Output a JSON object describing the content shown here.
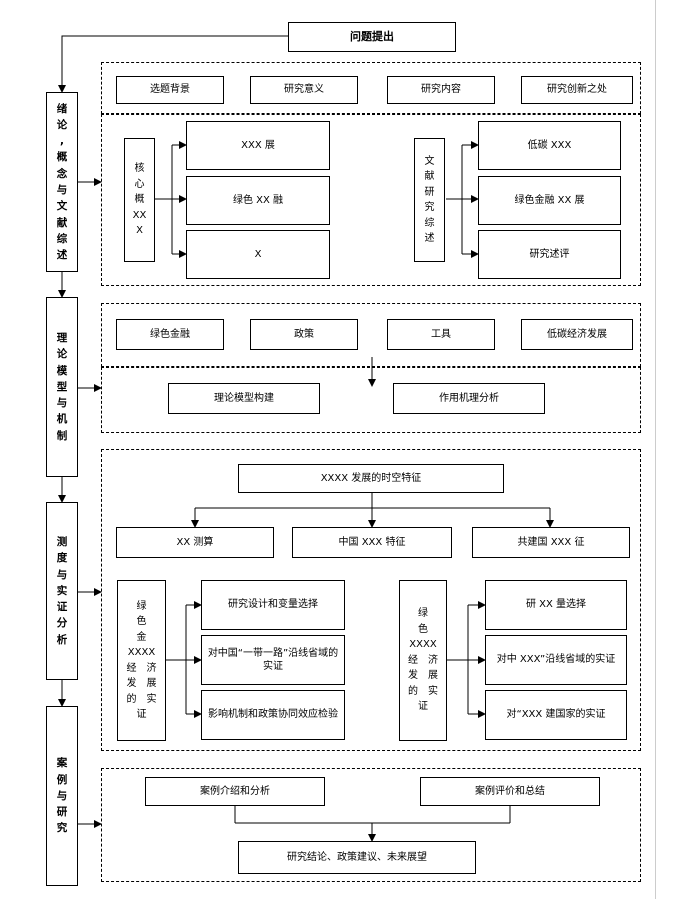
{
  "title": "问题提出",
  "left_column": {
    "s1": [
      "绪",
      "论",
      ",",
      "概",
      "念",
      "与",
      "文",
      "献",
      "综",
      "述"
    ],
    "s2": [
      "理",
      "论",
      "模",
      "型",
      "与",
      "机",
      "制"
    ],
    "s3": [
      "测",
      "度",
      "与",
      "实",
      "证",
      "分",
      "析"
    ],
    "s4": [
      "案",
      "例",
      "与",
      "研",
      "究"
    ]
  },
  "section1": {
    "top_items": [
      "选题背景",
      "研究意义",
      "研究内容",
      "研究创新之处"
    ],
    "core_concept_label": [
      "核",
      "心",
      "概",
      "XX",
      "X"
    ],
    "core_items": [
      "XXX 展",
      "绿色 XX 融",
      "X"
    ],
    "review_label": [
      "文",
      "献",
      "研",
      "究",
      "综",
      "述"
    ],
    "review_items": [
      "低碳 XXX",
      "绿色金融 XX 展",
      "研究述评"
    ]
  },
  "section2": {
    "top_items": [
      "绿色金融",
      "政策",
      "工具",
      "低碳经济发展"
    ],
    "bottom_items": [
      "理论模型构建",
      "作用机理分析"
    ]
  },
  "section3": {
    "header": "XXXX 发展的时空特征",
    "mid_items": [
      "XX 测算",
      "中国 XXX 特征",
      "共建国 XXX 征"
    ],
    "left_label": [
      "绿　　色",
      "金",
      "XXXX",
      "经　济",
      "发　展",
      "的　实",
      "证"
    ],
    "left_items": [
      "研究设计和变量选择",
      "对中国“一带一路”沿线省域的实证",
      "影响机制和政策协同效应检验"
    ],
    "right_label": [
      "绿　　色",
      "XXXX",
      "经　济",
      "发　展",
      "的　实",
      "证"
    ],
    "right_items": [
      "研 XX 量选择",
      "对中 XXX”沿线省域的实证",
      "对“XXX 建国家的实证"
    ]
  },
  "section4": {
    "top_items": [
      "案例介绍和分析",
      "案例评价和总结"
    ],
    "bottom": "研究结论、政策建议、未来展望"
  }
}
